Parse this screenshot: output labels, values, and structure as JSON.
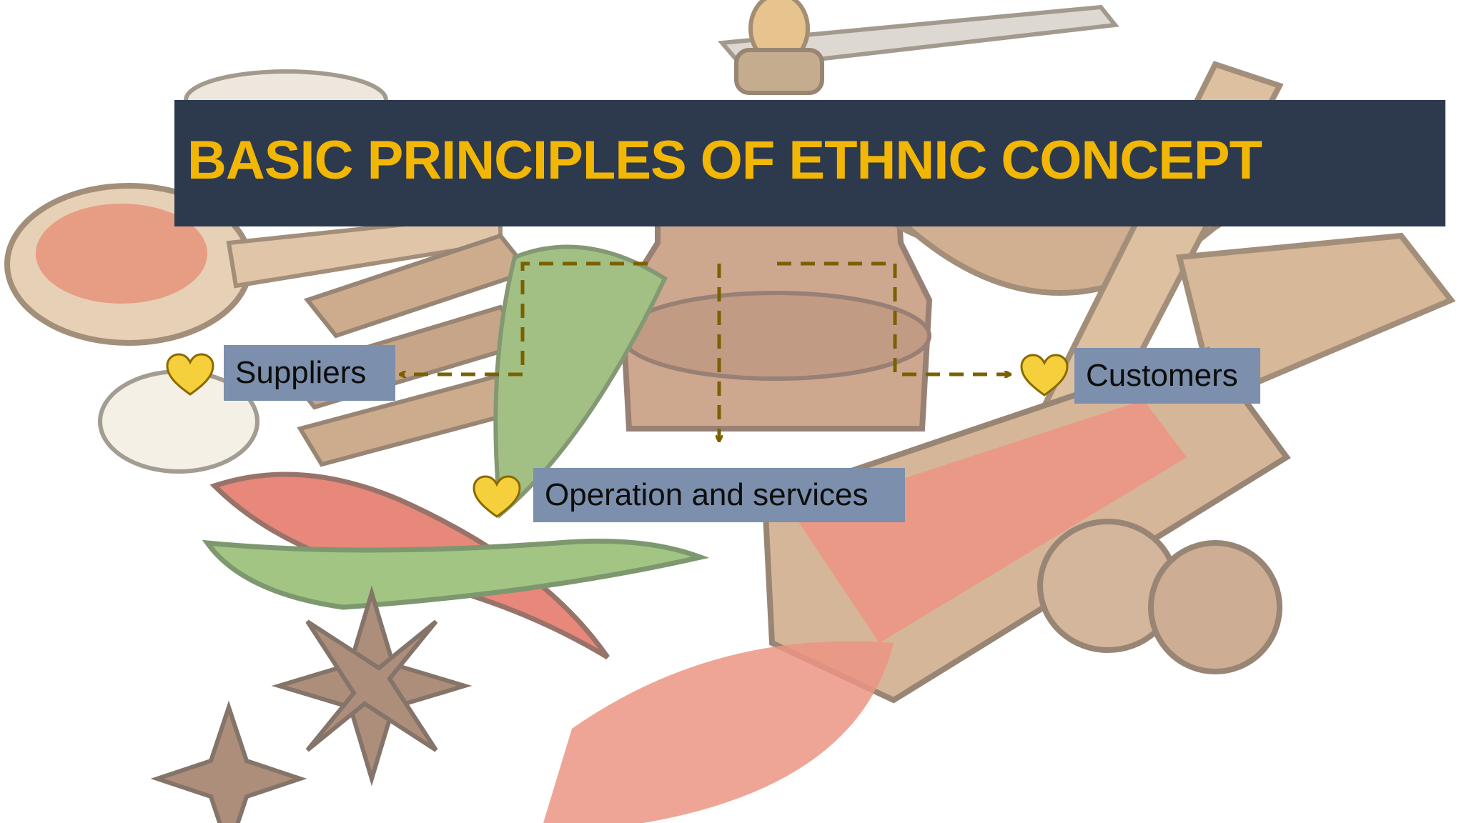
{
  "slide": {
    "title": "BASIC PRINCIPLES OF ETHNIC CONCEPT",
    "title_color": "#f2b705",
    "title_bar_color": "#2d3a4e",
    "background": "spice illustration (mortar, chili peppers, cinnamon, star anise, garlic, nutmeg, chili powder)"
  },
  "diagram": {
    "connector_color": "#7a6000",
    "connector_style": "dashed-arrow",
    "label_box_color": "#7c8fac",
    "bullet_icon": "heart-icon",
    "bullet_color": "#f5cf3c",
    "nodes": [
      {
        "id": "suppliers",
        "label": "Suppliers"
      },
      {
        "id": "operation",
        "label": "Operation and services"
      },
      {
        "id": "customers",
        "label": "Customers"
      }
    ]
  }
}
